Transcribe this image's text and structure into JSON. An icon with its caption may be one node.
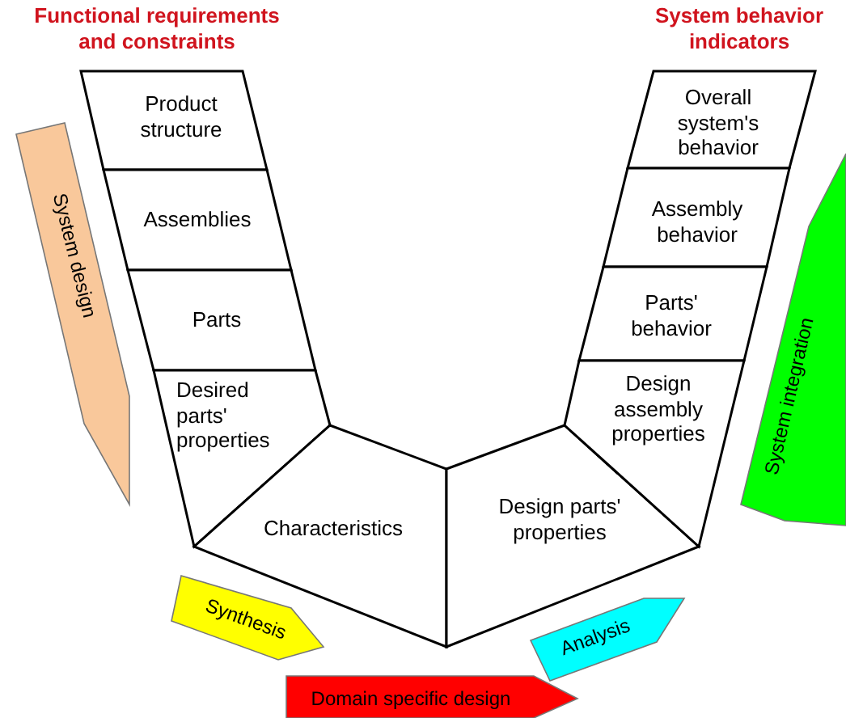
{
  "diagram": {
    "nodes": [
      {
        "text": [
          "Product structure"
        ]
      },
      {
        "text": [
          "Assemblies"
        ]
      },
      {
        "text": [
          "Parts"
        ]
      },
      {
        "text": [
          "Desired parts' properties"
        ]
      },
      {
        "text": [
          "Characteristics"
        ]
      },
      {
        "text": [
          "Design parts' properties"
        ]
      },
      {
        "text": [
          "Overall system's behavior"
        ]
      },
      {
        "text": [
          "Assembly behavior"
        ]
      },
      {
        "text": [
          "Parts' behavior"
        ]
      },
      {
        "text": [
          "Design assembly properties"
        ]
      },
      {
        "text": [
          "System design"
        ]
      },
      {
        "text": [
          "Synthesis"
        ]
      },
      {
        "text": [
          "Domain specific design"
        ]
      },
      {
        "text": [
          "Analysis"
        ]
      },
      {
        "text": [
          "System integration"
        ]
      }
    ],
    "edges": [],
    "labels": [
      "Functional requirements and constraints",
      "System behavior indicators"
    ]
  }
}
